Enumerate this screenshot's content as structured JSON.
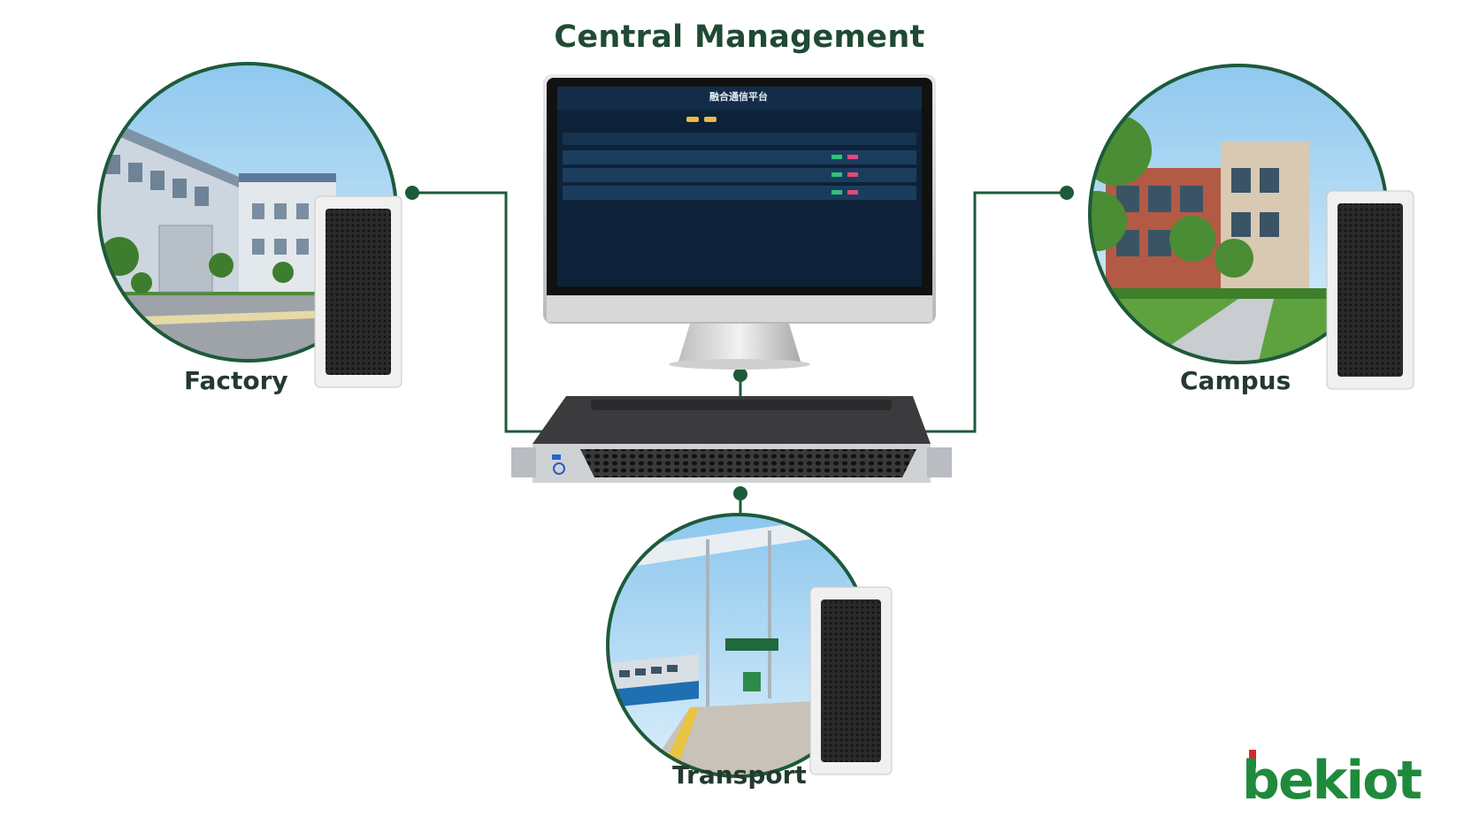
{
  "title": "Central Management",
  "sites": {
    "factory": "Factory",
    "campus": "Campus",
    "transport": "Transport"
  },
  "screen": {
    "app_title": "融合通信平台",
    "rows": 3
  },
  "colors": {
    "title": "#1f4a33",
    "connector": "#1d5a3a",
    "logo_green": "#1f8a3c",
    "logo_red": "#d62828"
  },
  "logo": {
    "text": "bekiot"
  }
}
